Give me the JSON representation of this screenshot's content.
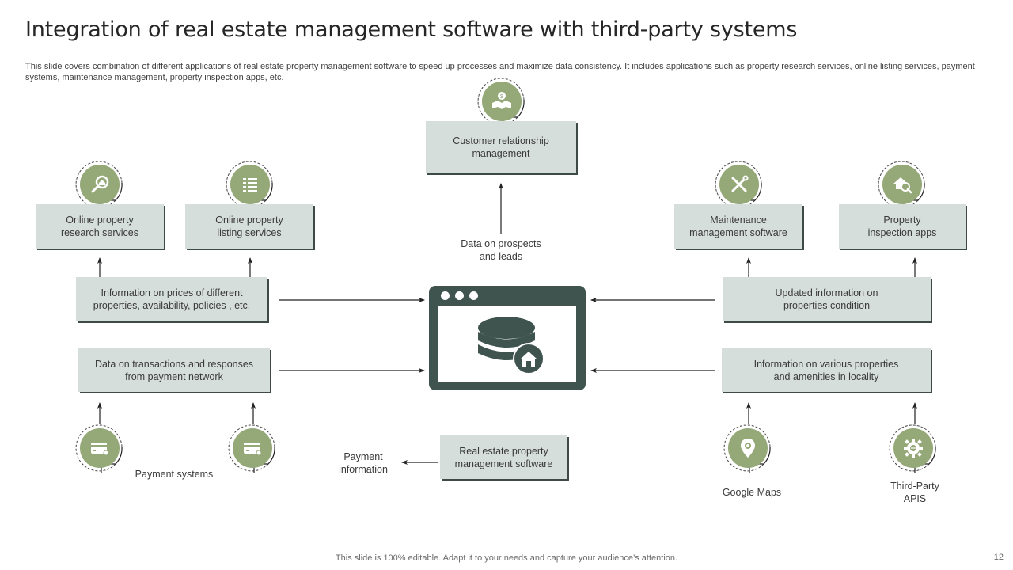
{
  "slide": {
    "title": "Integration of real estate management software with third-party systems",
    "subtitle": "This slide covers combination of different applications of real estate property management software to speed up processes and maximize data consistency. It includes applications such as property research services, online listing services, payment systems, maintenance management, property inspection apps, etc.",
    "footer": "This slide is 100% editable. Adapt it to your needs and capture your audience’s attention.",
    "page_number": "12"
  },
  "colors": {
    "accent_green": "#95a878",
    "hub_dark": "#3f534f",
    "box_fill": "#d6dedc",
    "box_shadow": "#3d4a47"
  },
  "hub": {
    "icon": "database-home-icon"
  },
  "nodes": {
    "crm": {
      "label": "Customer relationship\nmanagement",
      "icon": "handshake-dollar-icon"
    },
    "research": {
      "label": "Online property\nresearch services",
      "icon": "magnifier-house-icon"
    },
    "listing": {
      "label": "Online property\nlisting services",
      "icon": "list-icon"
    },
    "maintenance": {
      "label": "Maintenance\nmanagement  software",
      "icon": "wrench-screwdriver-icon"
    },
    "inspection": {
      "label": "Property\ninspection apps",
      "icon": "house-search-icon"
    },
    "payment1": {
      "icon": "credit-card-icon"
    },
    "payment2": {
      "icon": "credit-card-icon"
    },
    "maps": {
      "label": "Google Maps",
      "icon": "map-pin-icon"
    },
    "apis": {
      "label": "Third-Party\nAPIS",
      "icon": "gear-icon"
    }
  },
  "flows": {
    "prices_info": "Information  on prices of different\nproperties,  availability,  policies , etc.",
    "transactions": "Data on transactions and responses\nfrom payment network",
    "updated_condition": "Updated information on\nproperties condition",
    "amenities": "Information  on various  properties\nand amenities in locality",
    "prospects": "Data on prospects\nand leads",
    "payment_info": "Payment\ninformation",
    "payment_systems": "Payment systems",
    "software": "Real estate property\nmanagement  software"
  }
}
